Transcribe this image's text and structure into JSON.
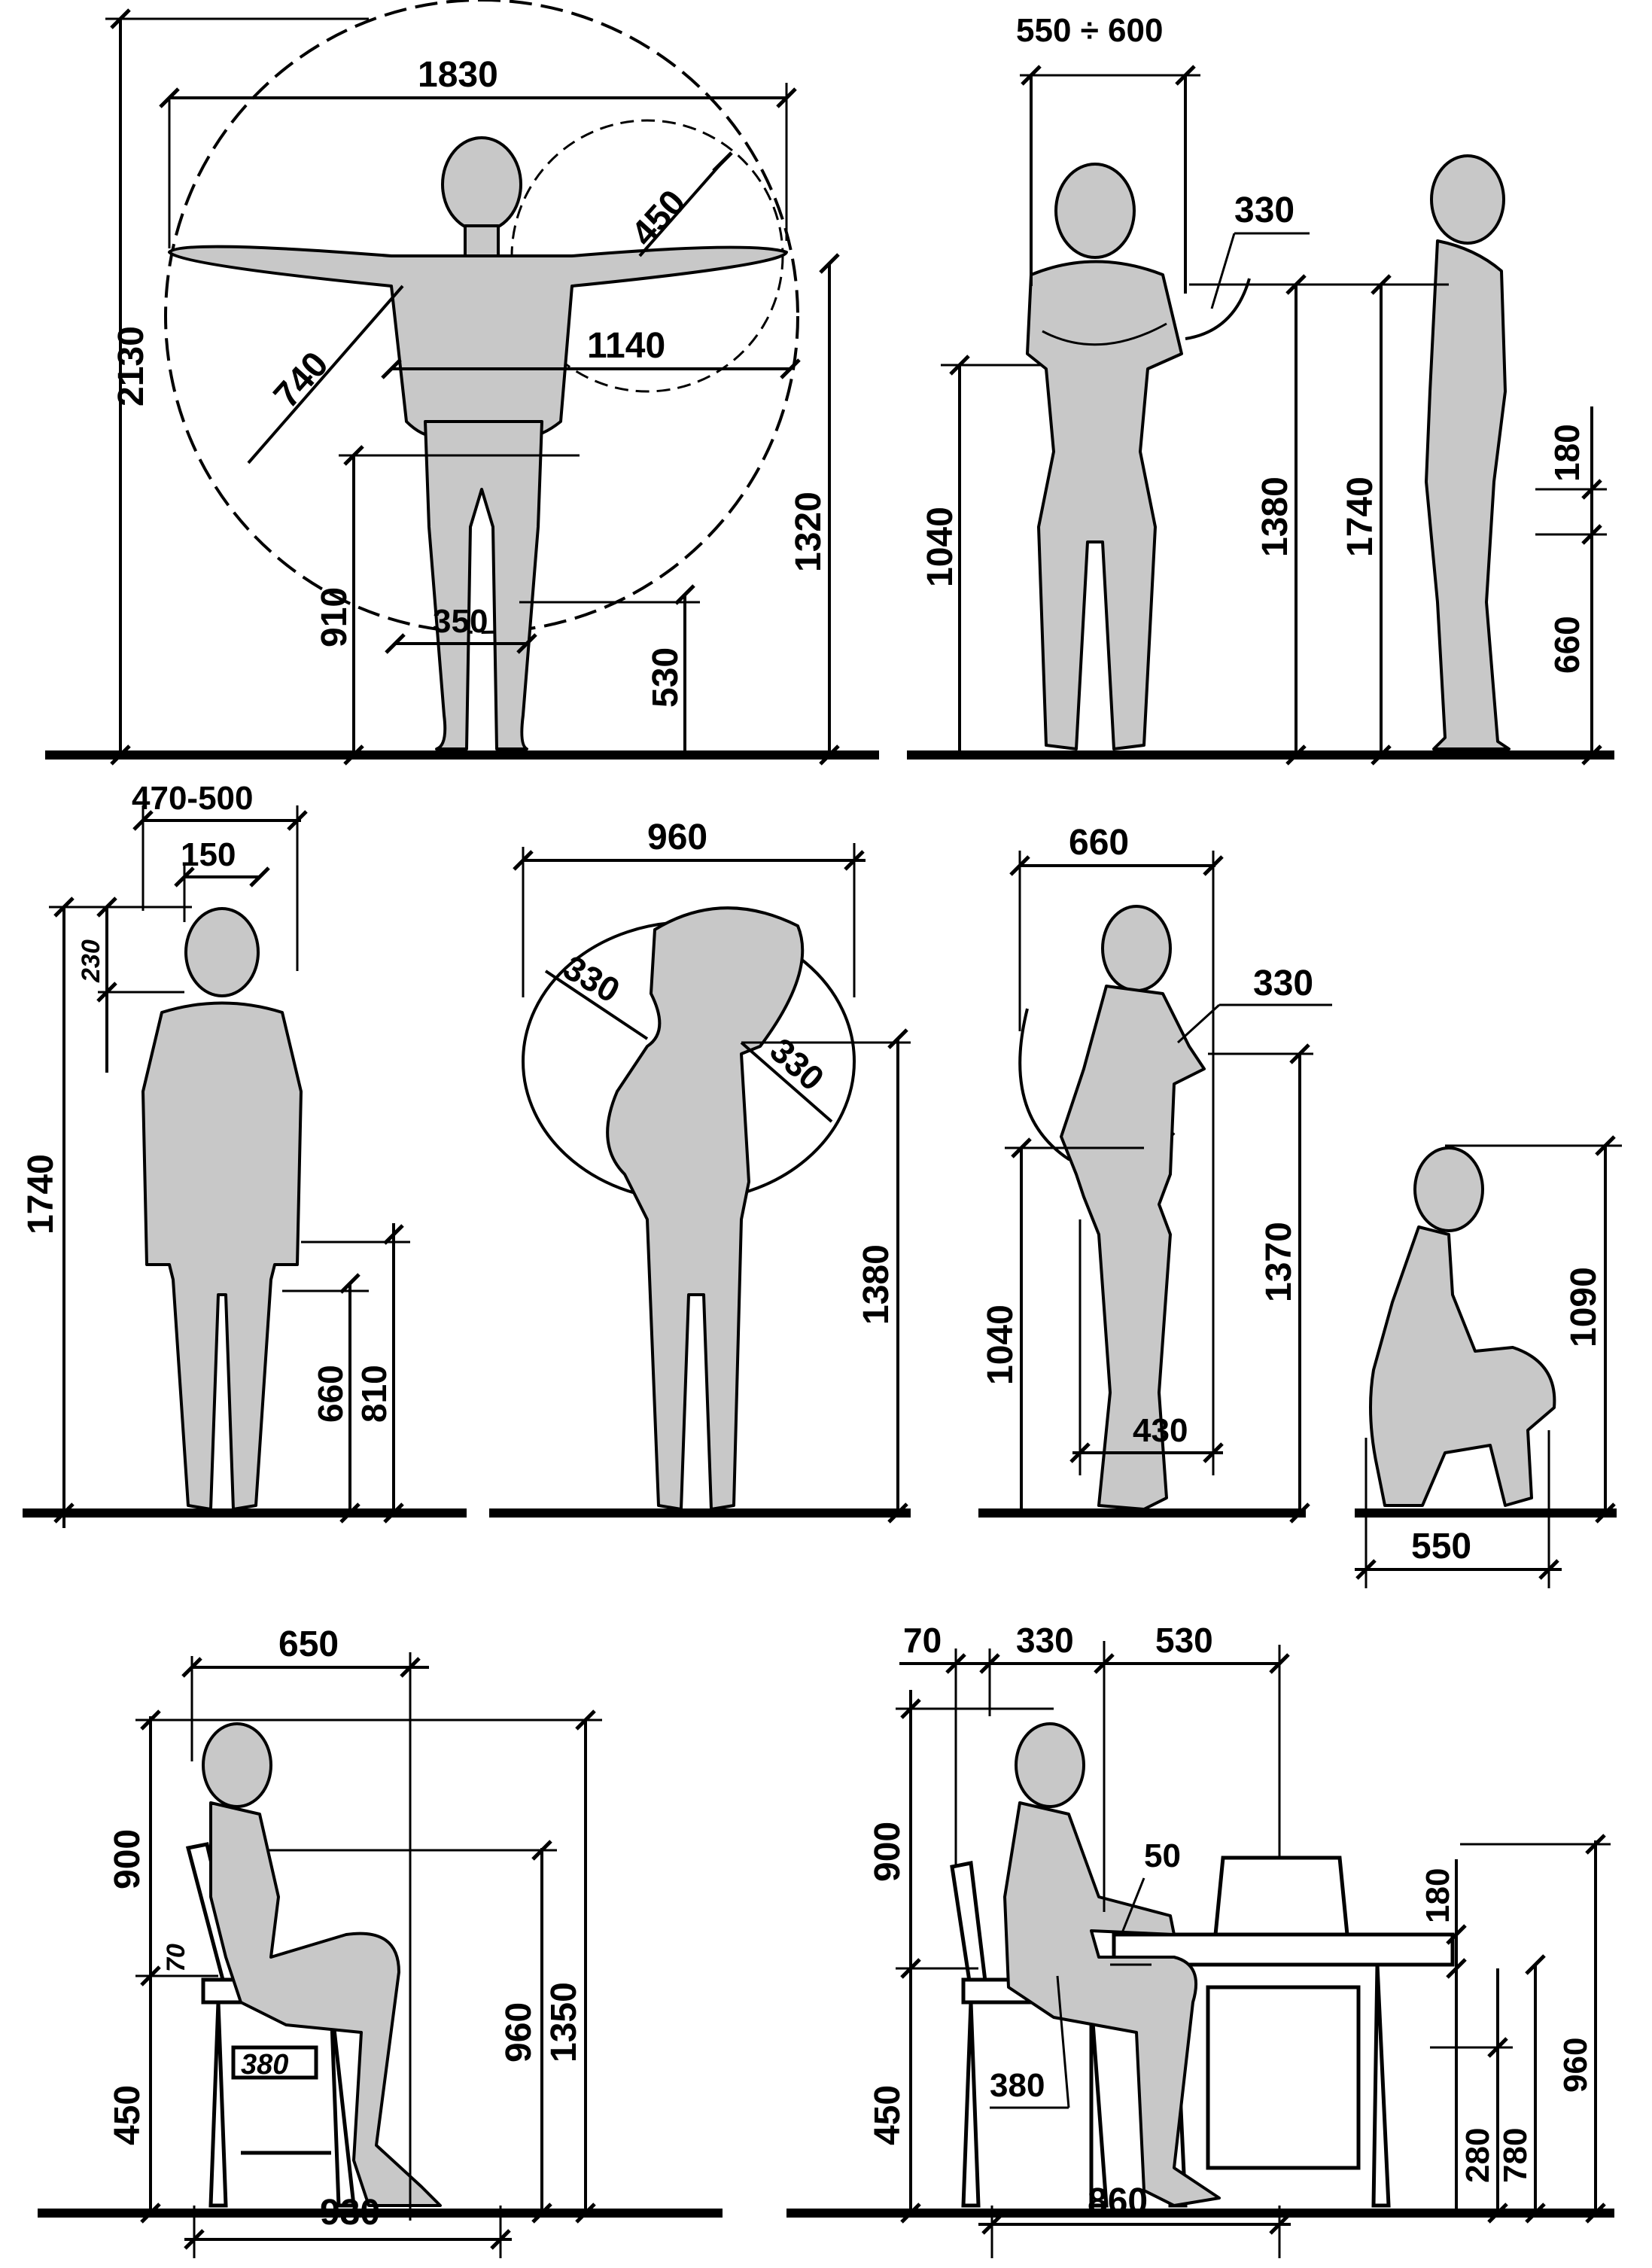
{
  "panels": {
    "arm_span": {
      "dims": {
        "height_total": "2130",
        "arm_span": "1830",
        "reach_radius": "450",
        "diagonal": "740",
        "elbow_span": "1140",
        "shoulder_height": "1320",
        "hand_height": "910",
        "feet_width": "350",
        "knee_height": "530"
      }
    },
    "crossed_arms": {
      "dims": {
        "body_width": "550 ÷ 600",
        "arm_radius": "330",
        "elbow_height": "1040",
        "shoulder_height": "1380",
        "total_height": "1740",
        "segment_upper": "180",
        "segment_lower": "660"
      }
    },
    "front_standing": {
      "dims": {
        "head_width_range": "470-500",
        "head_width": "150",
        "face_height": "230",
        "total_height": "1740",
        "wrist_height": "660",
        "fingertip_height": "810"
      }
    },
    "hand_on_head": {
      "dims": {
        "width": "960",
        "radius_left": "330",
        "radius_right": "330",
        "shoulder_height": "1380"
      }
    },
    "side_arm": {
      "dims": {
        "depth": "660",
        "radius": "330",
        "elbow_height": "1040",
        "shoulder_height": "1370",
        "foot_depth": "430"
      }
    },
    "squatting": {
      "dims": {
        "height": "1090",
        "depth": "550"
      }
    },
    "seated_chair": {
      "dims": {
        "knee_depth": "650",
        "head_height": "900",
        "seat_height": "450",
        "seat_thickness": "70",
        "seat_depth": "380",
        "shoulder_height": "960",
        "total_height": "1350",
        "total_depth": "930"
      }
    },
    "seated_desk": {
      "dims": {
        "back_offset": "70",
        "torso_depth": "330",
        "desk_depth": "530",
        "head_height": "900",
        "clearance": "50",
        "desk_thickness": "180",
        "seat_height": "450",
        "seat_depth": "380",
        "knee_clearance": "280",
        "desk_height": "780",
        "screen_height": "960",
        "total_depth": "860"
      }
    }
  }
}
